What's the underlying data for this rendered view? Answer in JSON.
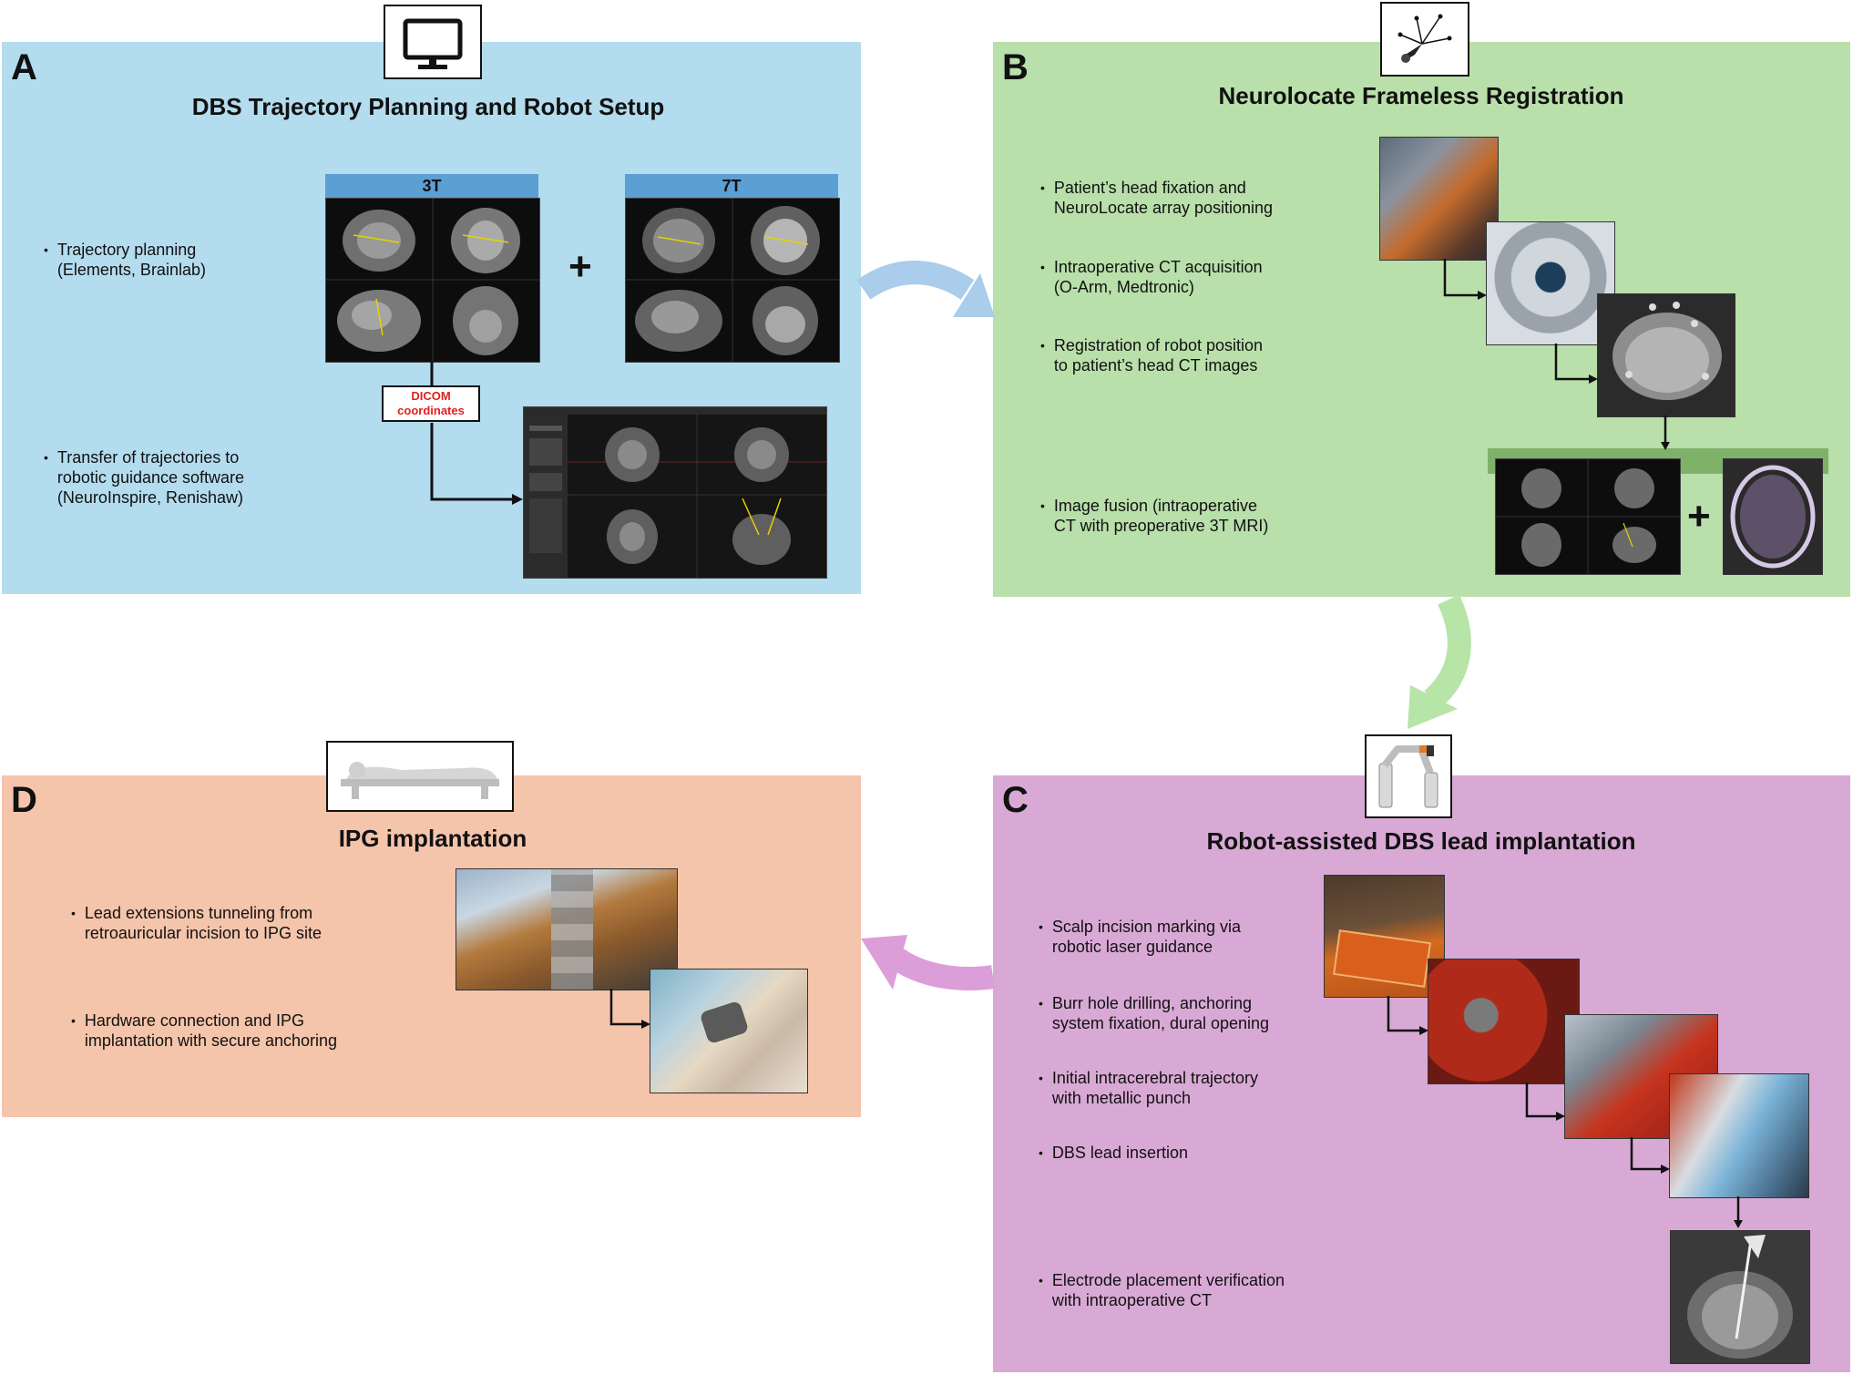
{
  "panels": {
    "A": {
      "letter": "A",
      "title": "DBS Trajectory Planning and Robot Setup",
      "bullets": [
        "Trajectory planning\n(Elements, Brainlab)",
        "Transfer of trajectories to\nrobotic guidance software\n(NeuroInspire, Renishaw)"
      ],
      "mri_3t_label": "3T",
      "mri_7t_label": "7T",
      "plus": "+",
      "dicom_label": "DICOM\ncoordinates",
      "icon": "monitor-icon"
    },
    "B": {
      "letter": "B",
      "title": "Neurolocate Frameless Registration",
      "bullets": [
        "Patient’s head fixation and\nNeuroLocate array positioning",
        "Intraoperative CT acquisition\n(O-Arm, Medtronic)",
        "Registration of robot position\nto patient’s head CT images",
        "Image fusion (intraoperative\nCT with preoperative 3T MRI)"
      ],
      "plus": "+",
      "icon": "neurolocate-array-icon"
    },
    "C": {
      "letter": "C",
      "title": "Robot-assisted DBS lead implantation",
      "bullets": [
        "Scalp incision marking via\nrobotic laser guidance",
        "Burr hole drilling, anchoring\nsystem fixation, dural opening",
        "Initial intracerebral trajectory\nwith metallic punch",
        "DBS lead insertion",
        "Electrode placement verification\nwith intraoperative CT"
      ],
      "icon": "robot-arm-icon"
    },
    "D": {
      "letter": "D",
      "title": "IPG implantation",
      "bullets": [
        "Lead extensions tunneling from\nretroauricular incision to IPG site",
        "Hardware connection and IPG\nimplantation with secure anchoring"
      ],
      "icon": "patient-supine-icon"
    }
  },
  "colors": {
    "panel_a": "#b3dcef",
    "panel_b": "#b9dfaa",
    "panel_c": "#d9a9d6",
    "panel_d": "#f4c4ab",
    "arrow_ab": "#a9cdea",
    "arrow_bc": "#b7e4a7",
    "arrow_cd": "#dc9ed9",
    "dicom_text": "#e0201e"
  }
}
